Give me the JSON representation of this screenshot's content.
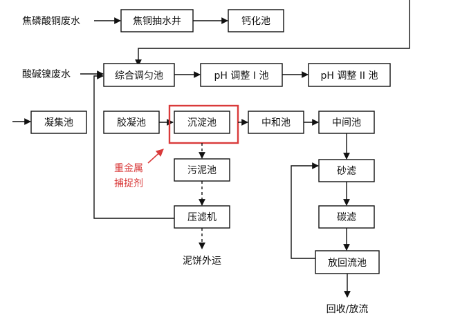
{
  "sources": {
    "pyro_wastewater": "焦磷酸铜废水",
    "acid_nickel_wastewater": "酸碱镍废水"
  },
  "nodes": {
    "pump_well": "焦铜抽水井",
    "calcium_tank": "钙化池",
    "equalization_tank": "综合调匀池",
    "ph1": "pH 调整 I 池",
    "ph2": "pH 调整 II 池",
    "collection_tank": "凝集池",
    "coagulation_tank": "胶凝池",
    "sedimentation_tank": "沉淀池",
    "neutralization_tank": "中和池",
    "intermediate_tank": "中间池",
    "sludge_tank": "污泥池",
    "filter_press": "压滤机",
    "sand_filter": "砂滤",
    "carbon_filter": "碳滤",
    "discharge_tank": "放回流池"
  },
  "outputs": {
    "sludge_cake": "泥饼外运",
    "recycle": "回收/放流"
  },
  "annotation": {
    "line1": "重金属",
    "line2": "捕捉剂",
    "color": "#d93a3a"
  }
}
